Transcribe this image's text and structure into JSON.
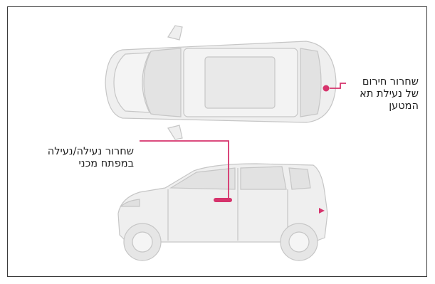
{
  "labels": {
    "trunk_emergency_release": "שחרור חירום\nשל נעילת תא\nהמטען",
    "key_lock_unlock": "שחרור נעילה/נעילה\nבמפתח מכני"
  },
  "colors": {
    "accent": "#d6336c",
    "frame": "#3a3a3a",
    "car_body": "#efefef",
    "car_outline": "#c8c8c8"
  },
  "views": [
    "car-top-view",
    "car-side-view"
  ]
}
